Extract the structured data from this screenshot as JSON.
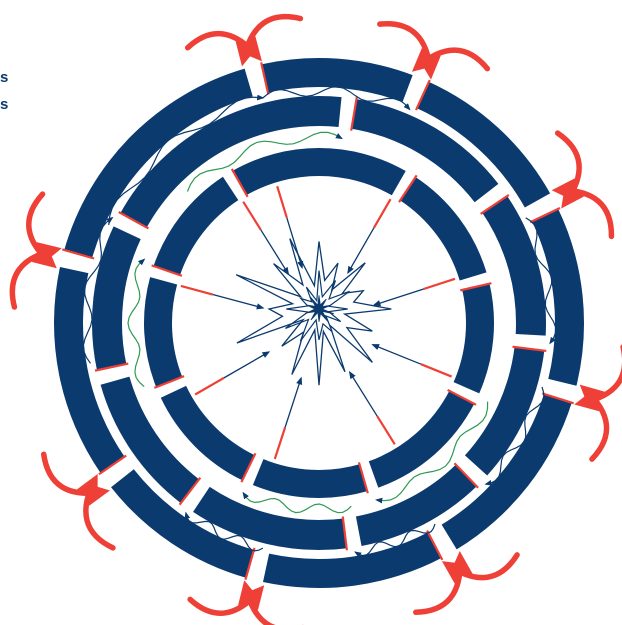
{
  "text_fragments": [
    "s",
    "s"
  ],
  "colors": {
    "ring": "#0b3a6e",
    "attack_arrow": "#ee4036",
    "blue_path": "#0b3a6e",
    "green_path": "#2e9a53",
    "background": "#ffffff"
  },
  "diagram": {
    "type": "concentric-ring-defense",
    "rings": 3,
    "outer_ring_gaps": 8,
    "middle_ring_gaps": 8,
    "inner_ring_gaps": 8,
    "center_icon": "explosion-icon",
    "outside_arrow_icon": "curved-attack-arrow-icon"
  }
}
